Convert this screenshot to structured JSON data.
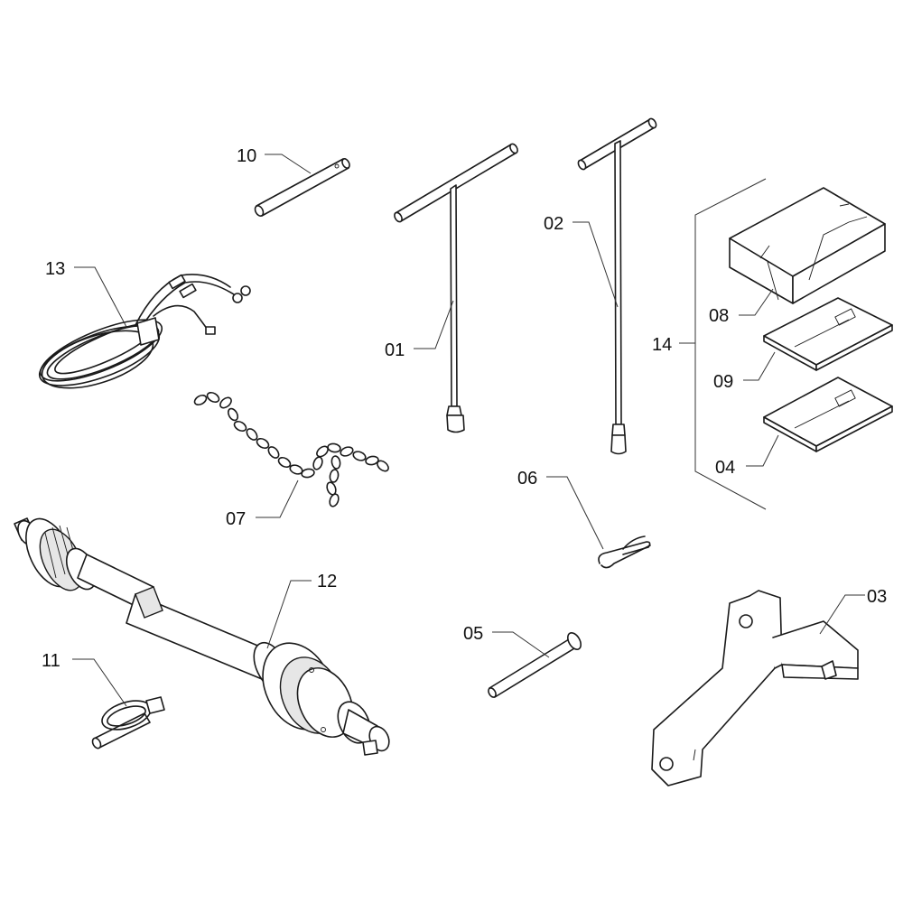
{
  "callouts": {
    "p01": "01",
    "p02": "02",
    "p03": "03",
    "p04": "04",
    "p05": "05",
    "p06": "06",
    "p07": "07",
    "p08": "08",
    "p09": "09",
    "p10": "10",
    "p11": "11",
    "p12": "12",
    "p13": "13",
    "p14": "14"
  },
  "colors": {
    "line": "#1a1a1a",
    "background": "#ffffff"
  }
}
